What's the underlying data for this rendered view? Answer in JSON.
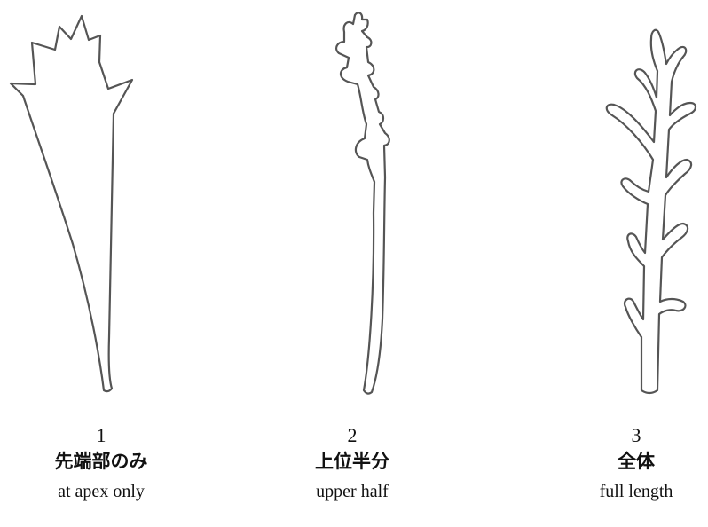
{
  "diagram": {
    "panels": [
      {
        "number": "1",
        "label_ja": "先端部のみ",
        "label_en": "at apex only",
        "icon": "leaf-lobed-at-apex-icon"
      },
      {
        "number": "2",
        "label_ja": "上位半分",
        "label_en": "upper half",
        "icon": "leaf-lobed-upper-half-icon"
      },
      {
        "number": "3",
        "label_ja": "全体",
        "label_en": "full length",
        "icon": "leaf-lobed-full-length-icon"
      }
    ],
    "colors": {
      "outline": "#555555",
      "text": "#111111",
      "background": "#ffffff"
    }
  }
}
